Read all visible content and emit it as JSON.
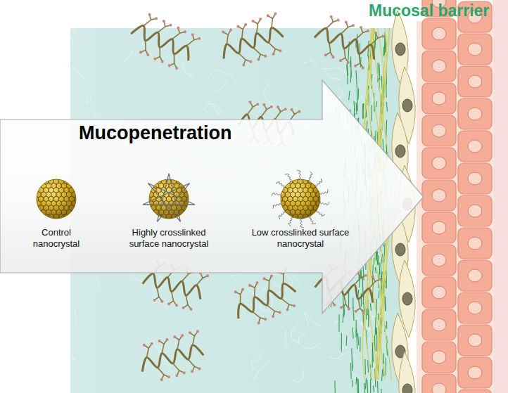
{
  "diagram": {
    "nodes": [
      {
        "text": [
          "Mucopenetration"
        ]
      },
      {
        "text": [
          "Control nanocrystal"
        ],
        "in": 0
      },
      {
        "text": [
          "Highly crosslinked surface nanocrystal"
        ],
        "in": 0
      },
      {
        "text": [
          "Low crosslinked surface nanocrystal"
        ],
        "in": 0
      }
    ],
    "labels": [
      "Mucosal barrier"
    ]
  }
}
